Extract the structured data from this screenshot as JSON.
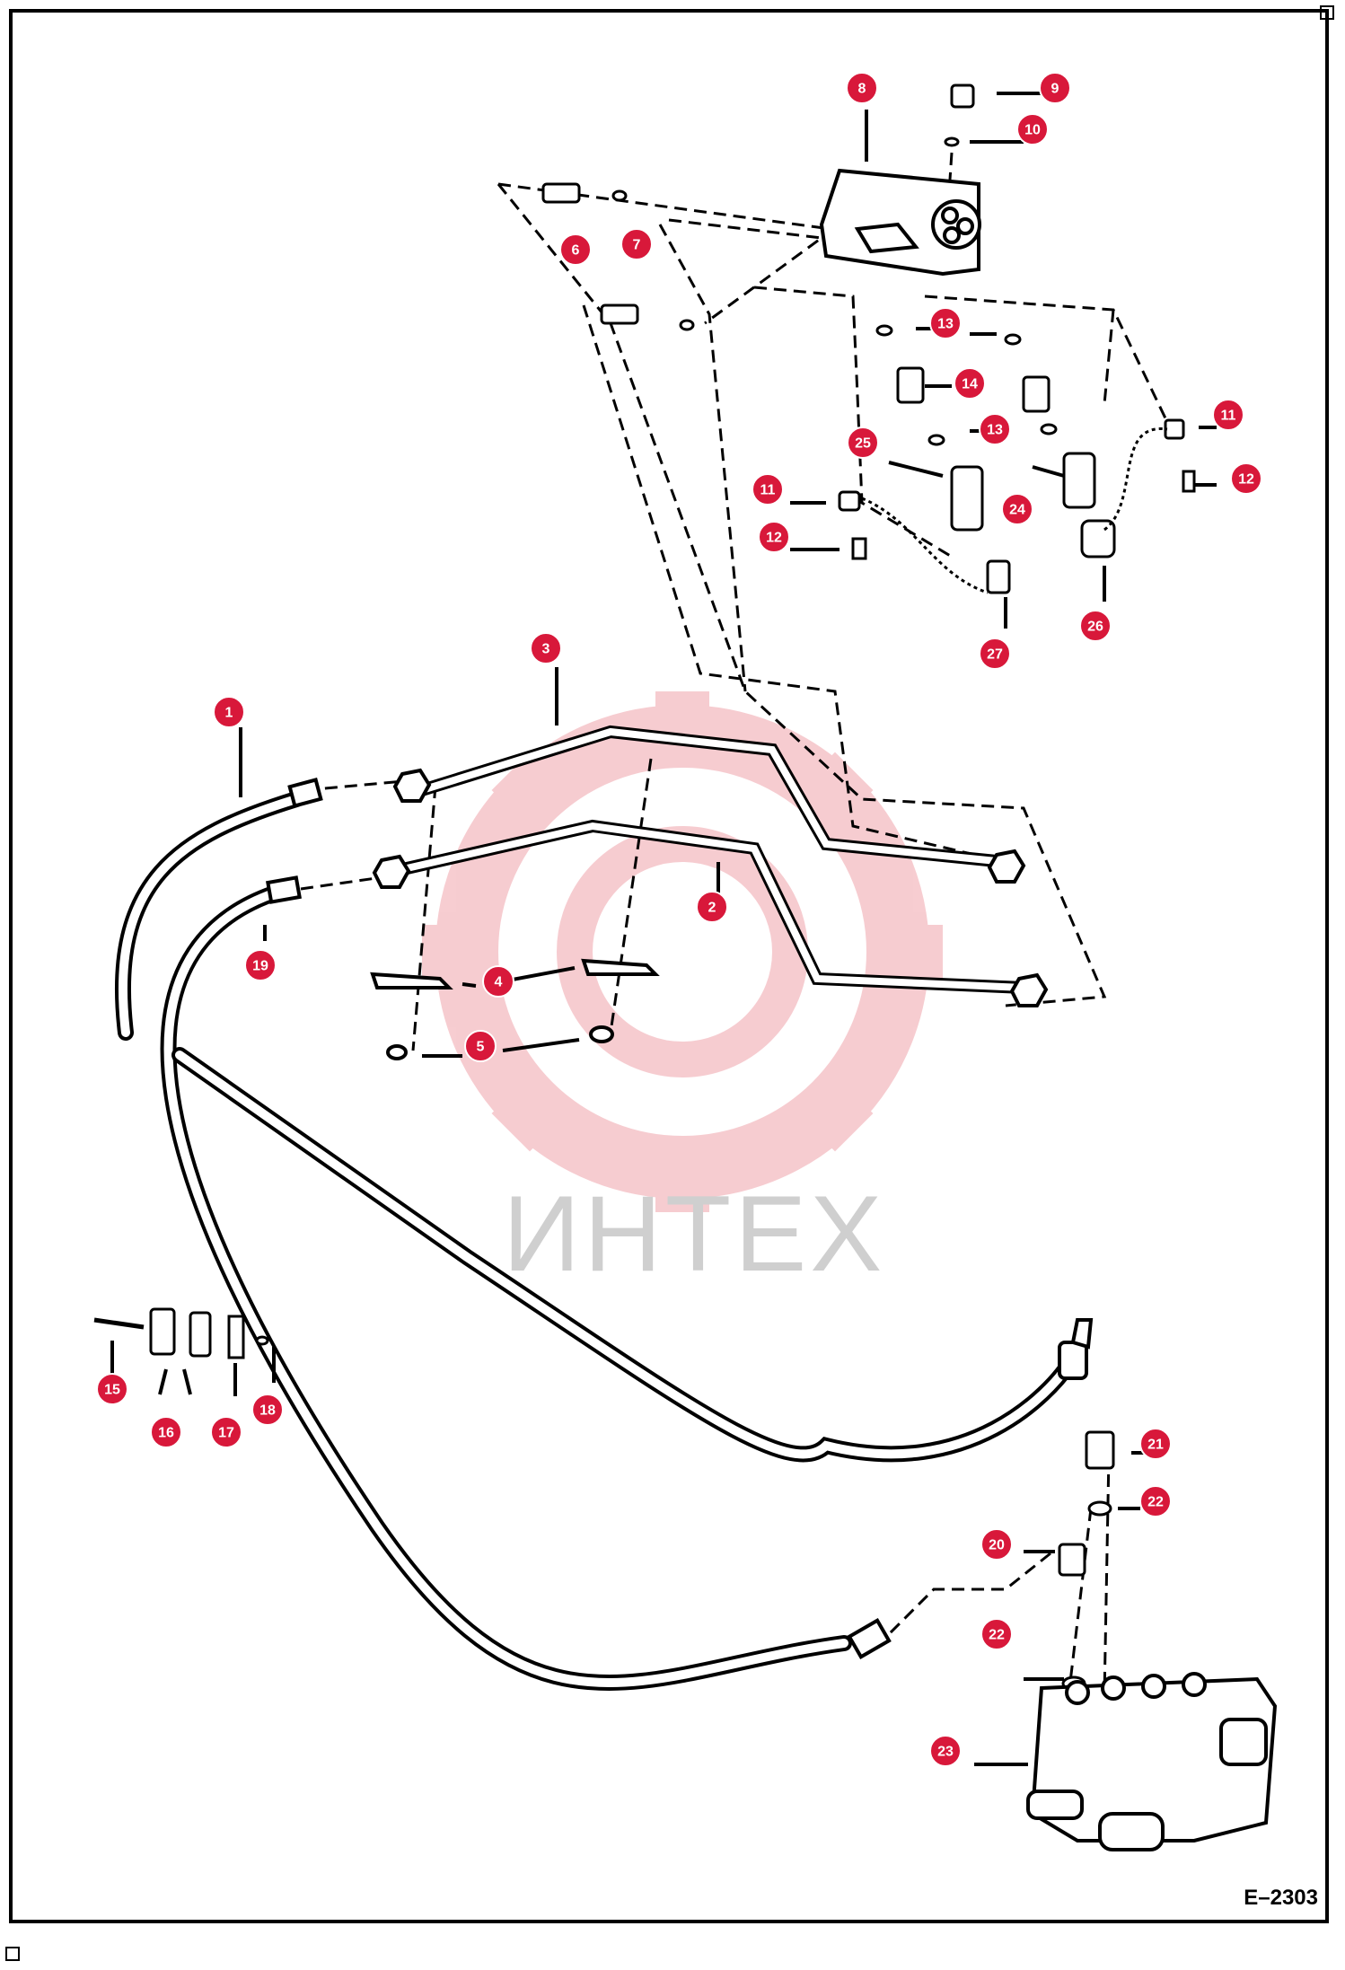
{
  "watermark": {
    "text": "ИНТЕХ",
    "color": "#f3b0b6"
  },
  "figure_ref": "E–2303",
  "callout_color": "#d8183a",
  "callouts": [
    {
      "n": "1"
    },
    {
      "n": "2"
    },
    {
      "n": "3"
    },
    {
      "n": "4"
    },
    {
      "n": "5"
    },
    {
      "n": "6"
    },
    {
      "n": "7"
    },
    {
      "n": "8"
    },
    {
      "n": "9"
    },
    {
      "n": "10"
    },
    {
      "n": "11"
    },
    {
      "n": "11"
    },
    {
      "n": "12"
    },
    {
      "n": "12"
    },
    {
      "n": "13"
    },
    {
      "n": "13"
    },
    {
      "n": "14"
    },
    {
      "n": "15"
    },
    {
      "n": "16"
    },
    {
      "n": "17"
    },
    {
      "n": "18"
    },
    {
      "n": "19"
    },
    {
      "n": "20"
    },
    {
      "n": "21"
    },
    {
      "n": "22"
    },
    {
      "n": "22"
    },
    {
      "n": "23"
    },
    {
      "n": "24"
    },
    {
      "n": "25"
    },
    {
      "n": "26"
    },
    {
      "n": "27"
    }
  ]
}
